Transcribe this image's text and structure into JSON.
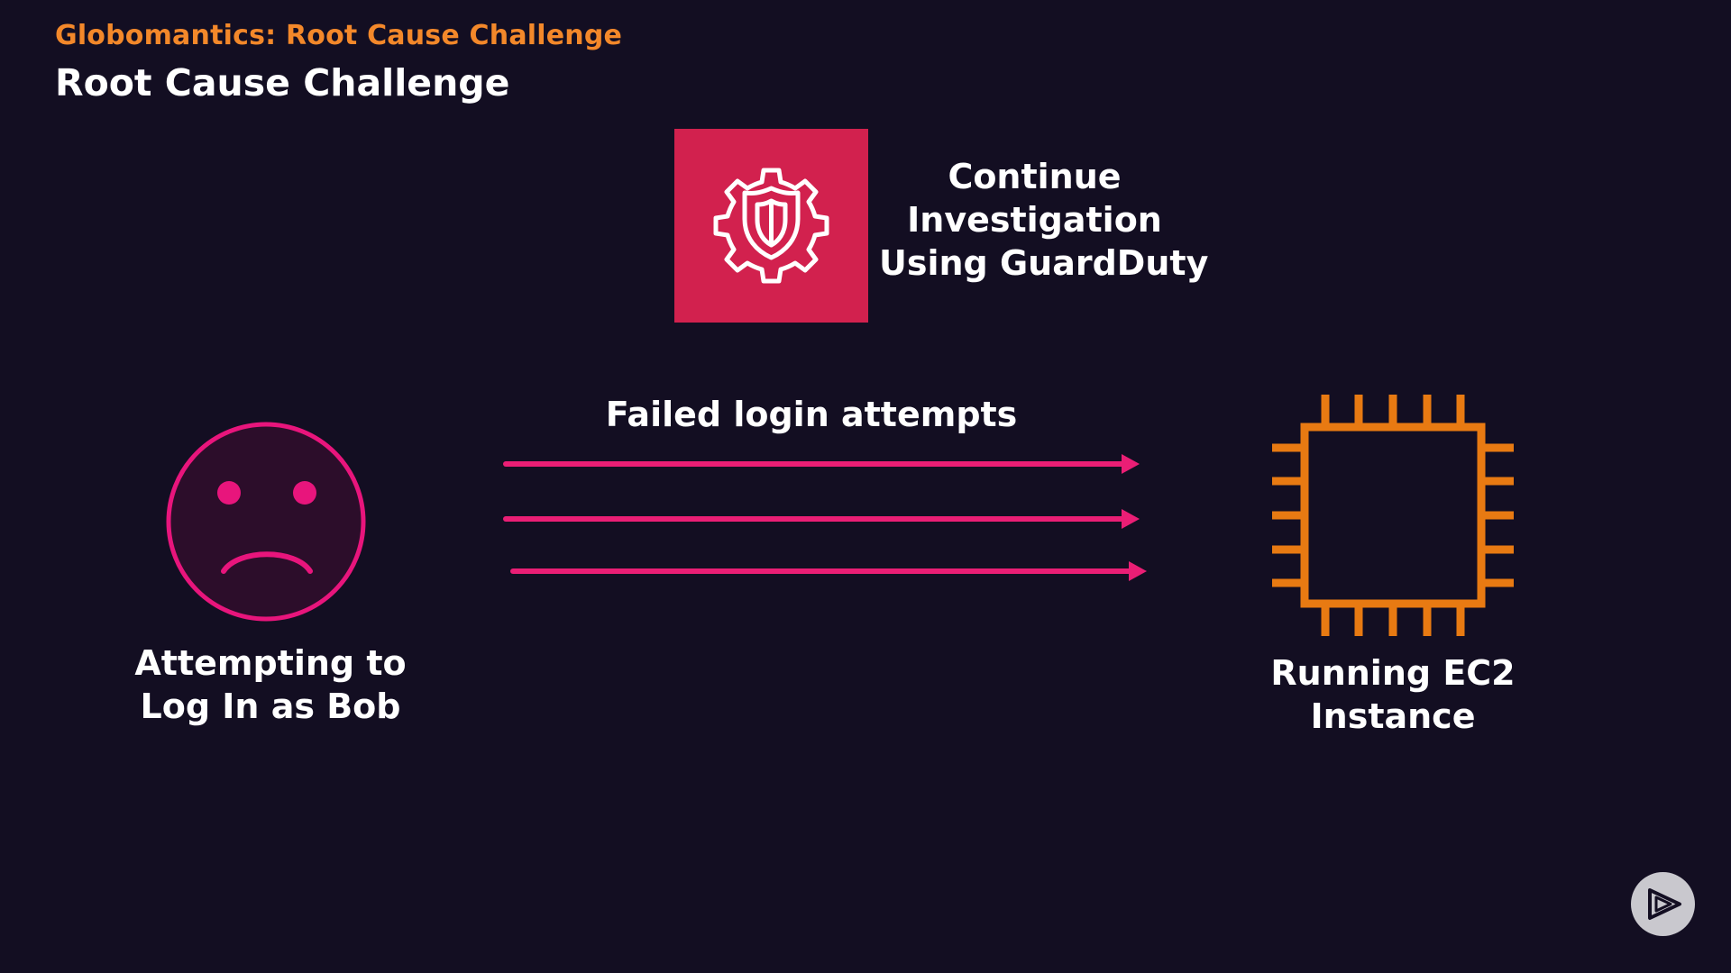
{
  "header": {
    "eyebrow": "Globomantics: Root Cause Challenge",
    "title": "Root Cause Challenge"
  },
  "guardduty": {
    "icon": "guardduty-shield-gear-icon",
    "label_lines": [
      "Continue",
      "Investigation",
      "Using GuardDuty"
    ]
  },
  "flow": {
    "label": "Failed login attempts",
    "arrow_count": 3
  },
  "actor": {
    "icon": "sad-face-icon",
    "label_lines": [
      "Attempting to",
      "Log In as Bob"
    ]
  },
  "target": {
    "icon": "ec2-chip-icon",
    "label_lines": [
      "Running EC2",
      "Instance"
    ]
  },
  "controls": {
    "play_icon": "pluralsight-play-icon"
  },
  "colors": {
    "background": "#130e22",
    "accent_orange": "#f3882a",
    "guardduty_red": "#d2214e",
    "arrow_pink": "#ea1e75",
    "face_pink": "#e8157c",
    "chip_orange": "#e87a12",
    "text": "#ffffff"
  }
}
